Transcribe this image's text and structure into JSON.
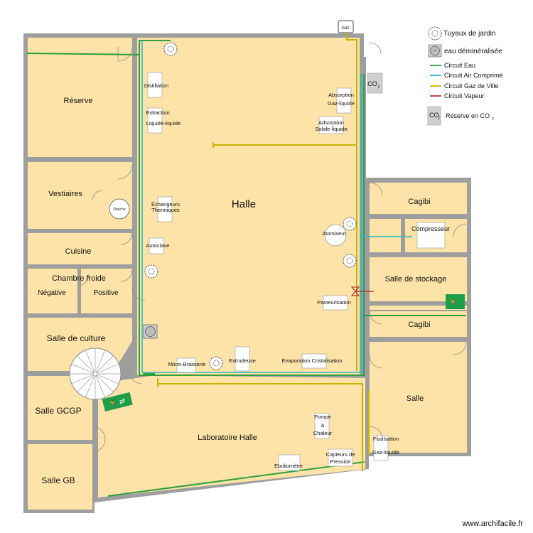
{
  "rooms": {
    "halle": "Halle",
    "reserve": "Réserve",
    "vestiaires": "Vestiaires",
    "douche": "Douche",
    "cuisine": "Cuisine",
    "chambre_froide": "Chambre froide",
    "negative": "Négative",
    "positive": "Positive",
    "salle_culture": "Salle de culture",
    "salle_gcgp": "Salle GCGP",
    "salle_gb": "Salle GB",
    "labo_halle": "Laboratoire Halle",
    "cagibi_1": "Cagibi",
    "compresseur": "Compresseur",
    "salle_stockage": "Salle de stockage",
    "cagibi_2": "Cagibi",
    "salle": "Salle"
  },
  "equipment": {
    "distillation": "Distillation",
    "extraction_1": "Extraction",
    "extraction_2": "Liquide-liquide",
    "echangeurs_1": "Échangeurs",
    "echangeurs_2": "Thermiques",
    "autoclave": "Autoclave",
    "absorption_1": "Absorption",
    "absorption_2": "Gaz-liquide",
    "adsorption_1": "Adsorption",
    "adsorption_2": "Solide-liquide",
    "atomiseur": "Atomiseur",
    "pasteurisation": "Pasteurisation",
    "micro_brasserie": "Micro-Brasserie",
    "extrudeuse": "Extrudeuse",
    "evaporation": "Évaporation Cristalisation",
    "pompe_1": "Pompe",
    "pompe_2": "à",
    "pompe_3": "Chaleur",
    "ebuliometre": "Ebuliomètre",
    "capteurs_1": "Capteurs de",
    "capteurs_2": "Pression",
    "fluidisation_1": "Fludisation",
    "fluidisation_2": "Gaz-liquide",
    "gaz_box": "Gaz",
    "co2_main": "CO",
    "co2_sub": "2"
  },
  "legend": {
    "tuyaux": "Tuyaux de jardin",
    "eau_demin": "eau déminéralisée",
    "circuit_eau": "Circuit Eau",
    "circuit_air": "Circuit Air Comprimé",
    "circuit_gaz": "Circuit Gaz de Ville",
    "circuit_vapeur": "Circuit Vapeur",
    "reserve_co2_pre": "Réserve en CO",
    "reserve_co2_sub": "2",
    "co2_main": "CO",
    "co2_sub": "2"
  },
  "colors": {
    "room_fill": "#fde3a7",
    "wall": "#9e9e9e",
    "eau": "#2e9e3e",
    "air": "#29b6c8",
    "gaz": "#c8b400",
    "vapeur": "#b83a2e",
    "exit_sign": "#1f9e4a"
  },
  "watermark": "www.archifacile.fr"
}
